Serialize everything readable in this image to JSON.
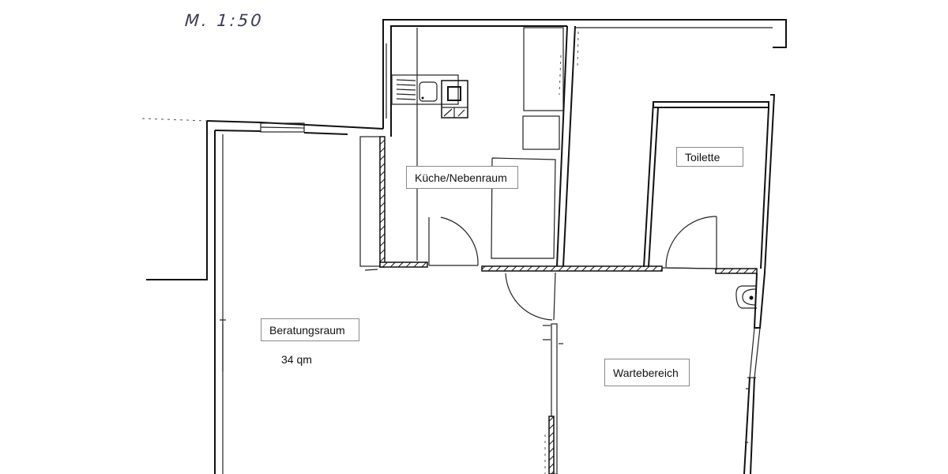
{
  "drawing": {
    "type": "floor plan",
    "scale": "M. 1:50",
    "line_color": "#111111",
    "background": "#ffffff"
  },
  "rooms": [
    {
      "id": "beratungsraum",
      "label": "Beratungsraum",
      "area": "34 qm"
    },
    {
      "id": "kueche",
      "label": "Küche/Nebenraum"
    },
    {
      "id": "toilette",
      "label": "Toilette"
    },
    {
      "id": "wartebereich",
      "label": "Wartebereich"
    }
  ],
  "fixtures": [
    {
      "name": "kitchen sink",
      "room": "Küche/Nebenraum"
    },
    {
      "name": "stove",
      "room": "Küche/Nebenraum"
    },
    {
      "name": "wash basin",
      "room": "Wartebereich"
    }
  ]
}
